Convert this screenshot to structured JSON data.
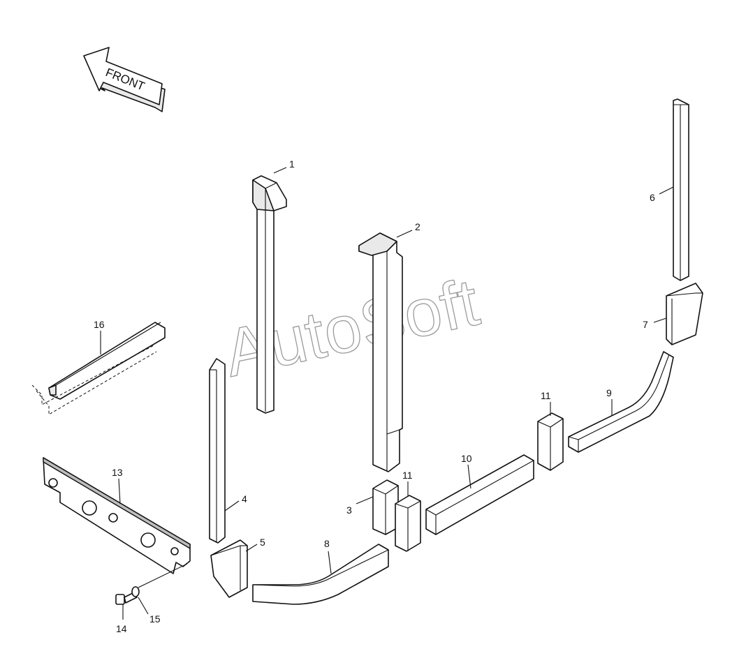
{
  "front_label": "FRONT",
  "watermark": "AutoSoft",
  "callouts": {
    "c1": "1",
    "c2": "2",
    "c3": "3",
    "c4": "4",
    "c5": "5",
    "c6": "6",
    "c7": "7",
    "c8": "8",
    "c9": "9",
    "c10": "10",
    "c11a": "11",
    "c11b": "11",
    "c13": "13",
    "c14": "14",
    "c15": "15",
    "c16": "16"
  }
}
